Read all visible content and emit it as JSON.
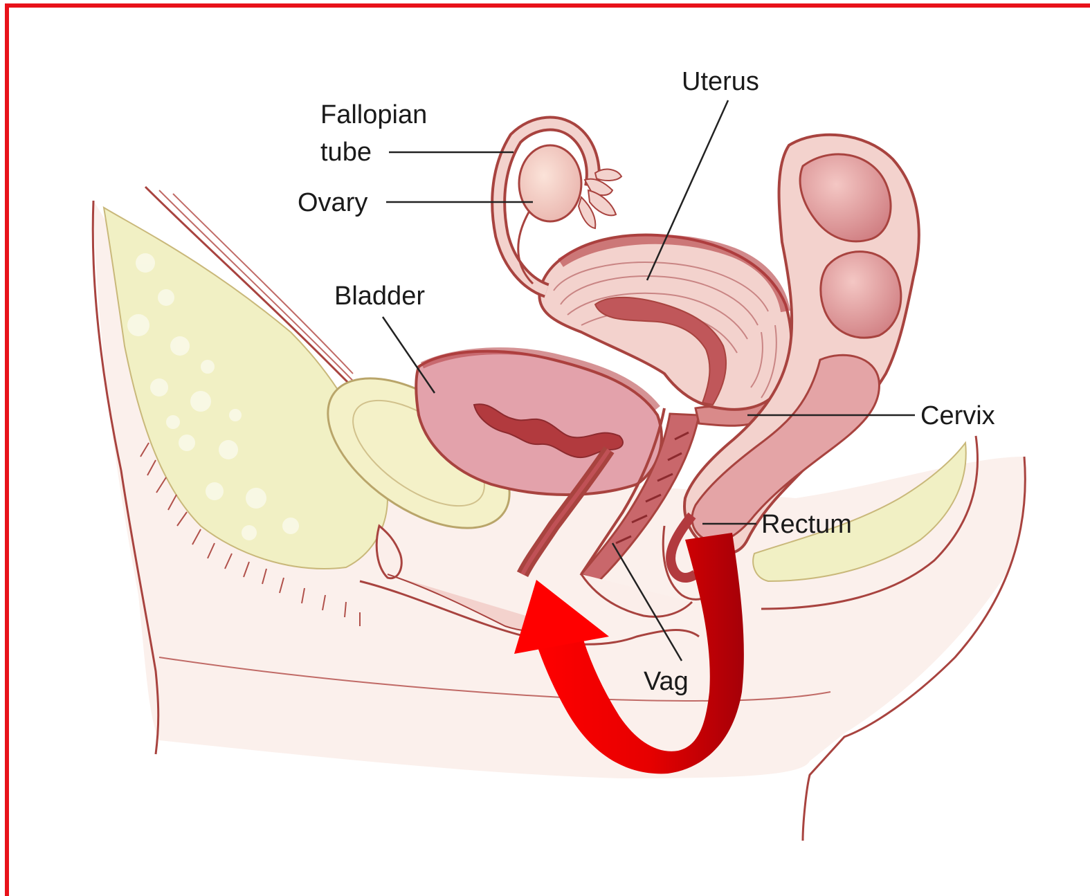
{
  "colors": {
    "frame_border": "#e8121a",
    "tissue_outline": "#a8433f",
    "tissue_fill": "#f3d2cd",
    "tissue_pale": "#fbeeea",
    "muscle_fill": "#d98a8a",
    "lumen_dark": "#b23a3e",
    "fat_fill": "#f1f0c4",
    "bladder_fill": "#e3a2ab",
    "arrow_bright": "#ff0000",
    "arrow_dark": "#b00008",
    "leader_line": "#222222",
    "label_text": "#1a1a1a"
  },
  "labels": {
    "fallopian_line1": "Fallopian",
    "fallopian_line2": "tube",
    "ovary": "Ovary",
    "uterus": "Uterus",
    "bladder": "Bladder",
    "cervix": "Cervix",
    "rectum": "Rectum",
    "vagina_partial": "Vag"
  },
  "arrow": {
    "icon": "curved-arrow-icon",
    "direction": "from posterior (rectum side) curving under and up toward the anterior opening"
  }
}
